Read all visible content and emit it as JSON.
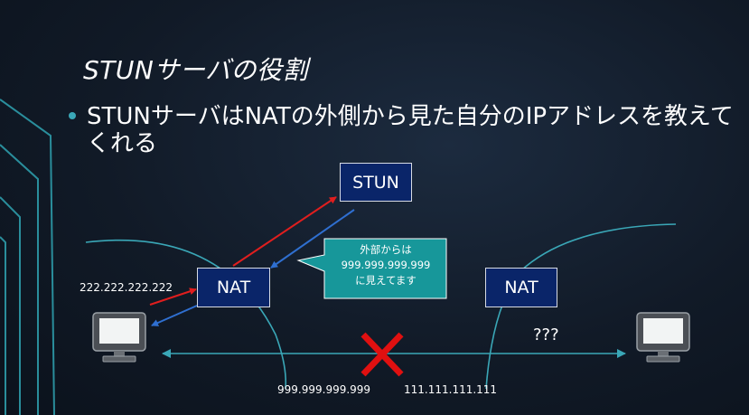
{
  "slide": {
    "title": "STUNサーバの役割",
    "bullet": "STUNサーバはNATの外側から見た自分のIPアドレスを教えてくれる"
  },
  "diagram": {
    "stun_label": "STUN",
    "nat_left_label": "NAT",
    "nat_right_label": "NAT",
    "callout_lines": [
      "外部からは",
      "999.999.999.999",
      "に見えてます"
    ],
    "ip_local": "222.222.222.222",
    "ip_left_public": "999.999.999.999",
    "ip_right_public": "111.111.111.111",
    "unknown_label": "???"
  },
  "colors": {
    "accent_teal": "#3aa7b7",
    "node_fill": "#0a2569",
    "callout_fill": "#17979a",
    "arrow_red": "#e01e1e",
    "arrow_blue": "#2f6fd0",
    "cross_red": "#e01010"
  }
}
